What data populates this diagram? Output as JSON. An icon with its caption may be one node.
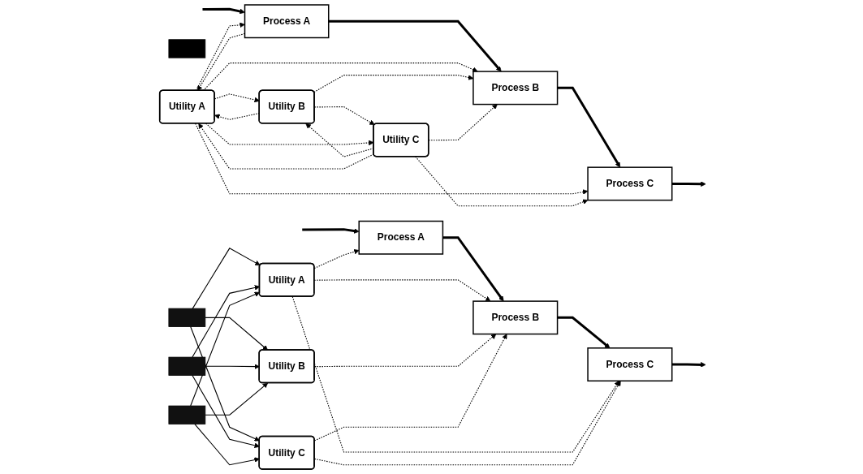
{
  "diagram": {
    "nodes": [
      {
        "text": [
          "Utility A"
        ]
      },
      {
        "text": [
          "Utility B"
        ]
      },
      {
        "text": [
          "Utility C"
        ]
      },
      {
        "text": [
          "Process A"
        ]
      },
      {
        "text": [
          "Process B"
        ]
      },
      {
        "text": [
          "Process C"
        ]
      },
      {
        "text": [],
        "shape": "box"
      },
      {
        "text": [],
        "shape": "box"
      },
      {
        "text": [],
        "shape": "box"
      },
      {
        "text": [],
        "shape": "box"
      },
      {
        "text": [
          "Utility A"
        ]
      },
      {
        "text": [
          "Utility B"
        ]
      },
      {
        "text": [
          "Utility C"
        ]
      },
      {
        "text": [
          "Process A"
        ]
      },
      {
        "text": [
          "Process B"
        ]
      },
      {
        "text": [
          "Process C"
        ]
      }
    ],
    "edges": [
      {
        "from": null,
        "to": 3,
        "arrow": "to",
        "style": "thick"
      },
      {
        "from": 3,
        "to": 4,
        "arrow": "to",
        "style": "thick"
      },
      {
        "from": 4,
        "to": 5,
        "arrow": "to",
        "style": "thick"
      },
      {
        "from": 5,
        "to": null,
        "arrow": "to",
        "style": "thick"
      },
      {
        "from": 0,
        "to": 3,
        "arrow": "to",
        "style": "dashed"
      },
      {
        "from": 3,
        "to": 0,
        "arrow": "to",
        "style": "dashed"
      },
      {
        "from": 0,
        "to": 4,
        "arrow": "to",
        "style": "dashed"
      },
      {
        "from": 0,
        "to": 5,
        "arrow": "to",
        "style": "dashed"
      },
      {
        "from": 0,
        "to": 1,
        "arrow": "to",
        "style": "dashed"
      },
      {
        "from": 1,
        "to": 0,
        "arrow": "to",
        "style": "dashed"
      },
      {
        "from": 1,
        "to": 2,
        "arrow": "to",
        "style": "dashed"
      },
      {
        "from": 2,
        "to": 1,
        "arrow": "to",
        "style": "dashed"
      },
      {
        "from": 1,
        "to": 4,
        "arrow": "to",
        "style": "dashed"
      },
      {
        "from": 2,
        "to": 4,
        "arrow": "to",
        "style": "dashed"
      },
      {
        "from": 2,
        "to": 5,
        "arrow": "to",
        "style": "dashed"
      },
      {
        "from": 0,
        "to": 2,
        "arrow": "to",
        "style": "dashed"
      },
      {
        "from": 2,
        "to": 0,
        "arrow": "to",
        "style": "dashed"
      },
      {
        "from": 7,
        "to": 10,
        "arrow": "to"
      },
      {
        "from": 7,
        "to": 11,
        "arrow": "to"
      },
      {
        "from": 7,
        "to": 12,
        "arrow": "to"
      },
      {
        "from": 8,
        "to": 10,
        "arrow": "to"
      },
      {
        "from": 8,
        "to": 11,
        "arrow": "to"
      },
      {
        "from": 8,
        "to": 12,
        "arrow": "to"
      },
      {
        "from": 9,
        "to": 10,
        "arrow": "to"
      },
      {
        "from": 9,
        "to": 11,
        "arrow": "to"
      },
      {
        "from": 9,
        "to": 12,
        "arrow": "to"
      },
      {
        "from": null,
        "to": 13,
        "arrow": "to",
        "style": "thick"
      },
      {
        "from": 13,
        "to": 14,
        "arrow": "to",
        "style": "thick"
      },
      {
        "from": 14,
        "to": 15,
        "arrow": "to",
        "style": "thick"
      },
      {
        "from": 15,
        "to": null,
        "arrow": "to",
        "style": "thick"
      },
      {
        "from": 10,
        "to": 13,
        "arrow": "to",
        "style": "dashed"
      },
      {
        "from": 10,
        "to": 14,
        "arrow": "to",
        "style": "dashed"
      },
      {
        "from": 10,
        "to": 15,
        "arrow": "to",
        "style": "dashed"
      },
      {
        "from": 11,
        "to": 14,
        "arrow": "to",
        "style": "dashed"
      },
      {
        "from": 12,
        "to": 14,
        "arrow": "to",
        "style": "dashed"
      },
      {
        "from": 12,
        "to": 15,
        "arrow": "to",
        "style": "dashed"
      }
    ]
  }
}
